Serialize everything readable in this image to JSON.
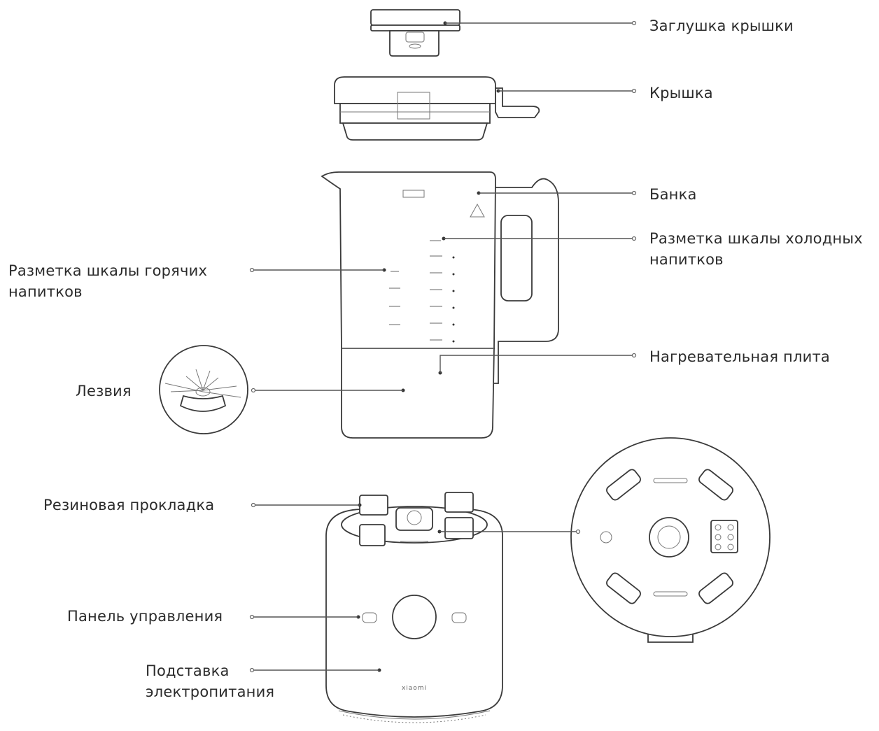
{
  "labels": {
    "lid_plug": "Заглушка крышки",
    "lid": "Крышка",
    "jar": "Банка",
    "cold_scale_line1": "Разметка шкалы холодных",
    "cold_scale_line2": "напитков",
    "hot_scale_line1": "Разметка шкалы горячих",
    "hot_scale_line2": "напитков",
    "heating_plate": "Нагревательная плита",
    "blades": "Лезвия",
    "rubber_gasket": "Резиновая прокладка",
    "control_panel": "Панель управления",
    "power_base_line1": "Подставка",
    "power_base_line2": "электропитания"
  },
  "brand": "xiaomi"
}
